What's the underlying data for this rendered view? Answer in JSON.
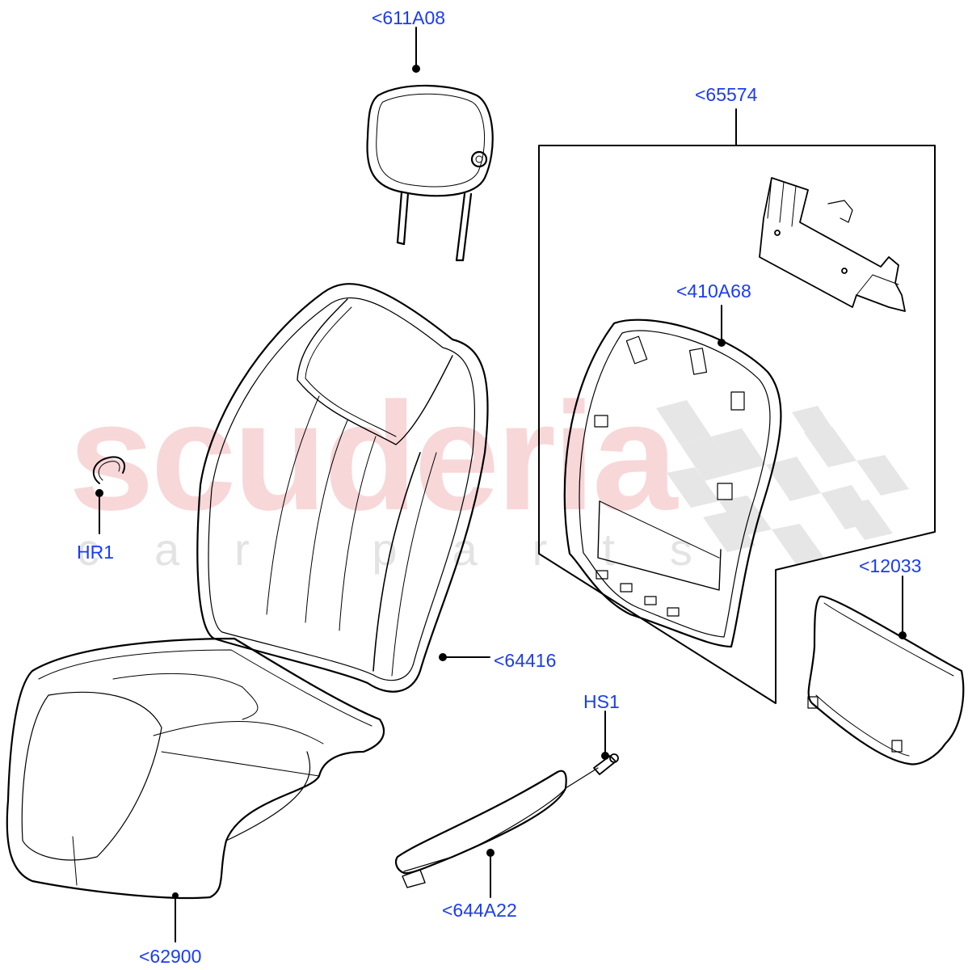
{
  "diagram": {
    "type": "exploded-parts-diagram",
    "subject": "Front seat assembly",
    "watermark": {
      "main": "scuderia",
      "sub": "car parts",
      "main_color": "#f8d7d9",
      "sub_color": "#e3e3e3"
    },
    "label_color": "#1a3cf5",
    "line_color": "#000000",
    "group_box_label": "<65574",
    "callouts": [
      {
        "id": "headrest",
        "label": "<611A08"
      },
      {
        "id": "backrest-group",
        "label": "<65574"
      },
      {
        "id": "backrest-panel",
        "label": "<410A68"
      },
      {
        "id": "hook-ring",
        "label": "HR1"
      },
      {
        "id": "lumbar-cover",
        "label": "<12033"
      },
      {
        "id": "backrest-cover",
        "label": "<64416"
      },
      {
        "id": "screw",
        "label": "HS1"
      },
      {
        "id": "armrest",
        "label": "<644A22"
      },
      {
        "id": "cushion-cover",
        "label": "<62900"
      }
    ]
  }
}
